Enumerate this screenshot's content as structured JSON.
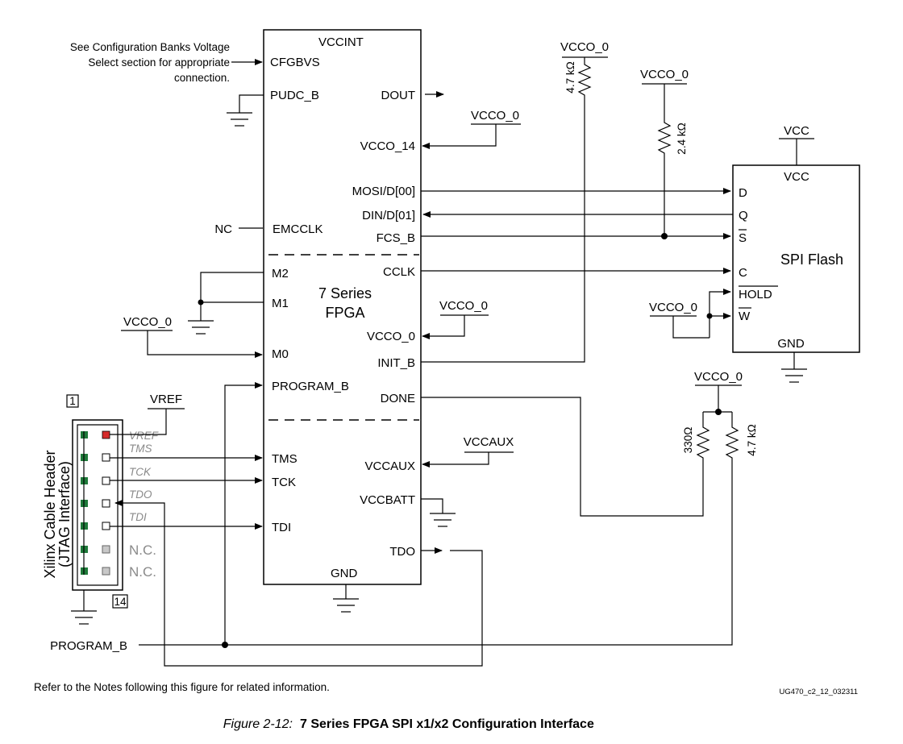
{
  "fpga": {
    "name_line1": "7 Series",
    "name_line2": "FPGA",
    "pins": {
      "vccint": "VCCINT",
      "cfgbvs": "CFGBVS",
      "pudc_b": "PUDC_B",
      "dout": "DOUT",
      "vcco_14": "VCCO_14",
      "mosi": "MOSI/D[00]",
      "din": "DIN/D[01]",
      "emcclk": "EMCCLK",
      "fcs_b": "FCS_B",
      "cclk": "CCLK",
      "m2": "M2",
      "m1": "M1",
      "vcco_0": "VCCO_0",
      "m0": "M0",
      "init_b": "INIT_B",
      "program_b": "PROGRAM_B",
      "done": "DONE",
      "tms": "TMS",
      "vccaux": "VCCAUX",
      "tck": "TCK",
      "vccbatt": "VCCBATT",
      "tdi": "TDI",
      "tdo": "TDO",
      "gnd": "GND"
    }
  },
  "flash": {
    "name": "SPI Flash",
    "pins": {
      "vcc": "VCC",
      "d": "D",
      "q": "Q",
      "s": "S",
      "c": "C",
      "hold": "HOLD",
      "w": "W",
      "gnd": "GND"
    }
  },
  "supplies": {
    "vcco_0": "VCCO_0",
    "vcc": "VCC",
    "vref": "VREF",
    "vccaux": "VCCAUX"
  },
  "resistors": {
    "r_init": "4.7 kΩ",
    "r_fcs": "2.4 kΩ",
    "r_done": "330Ω",
    "r_prog": "4.7 kΩ"
  },
  "labels": {
    "note_line1": "See Configuration Banks Voltage",
    "note_line2": "Select section for appropriate",
    "note_line3": "connection.",
    "nc": "NC",
    "program_b": "PROGRAM_B"
  },
  "jtag": {
    "title_line1": "Xilinx Cable Header",
    "title_line2": "(JTAG Interface)",
    "pin_first": "1",
    "pin_last": "14",
    "signals": [
      "VREF",
      "TMS",
      "TCK",
      "TDO",
      "TDI",
      "N.C.",
      "N.C."
    ]
  },
  "footer": {
    "refer": "Refer to the Notes following this figure for related information.",
    "doc_id": "UG470_c2_12_032311",
    "fig_num": "Figure 2-12:",
    "fig_title": "7 Series FPGA SPI x1/x2 Configuration Interface"
  }
}
